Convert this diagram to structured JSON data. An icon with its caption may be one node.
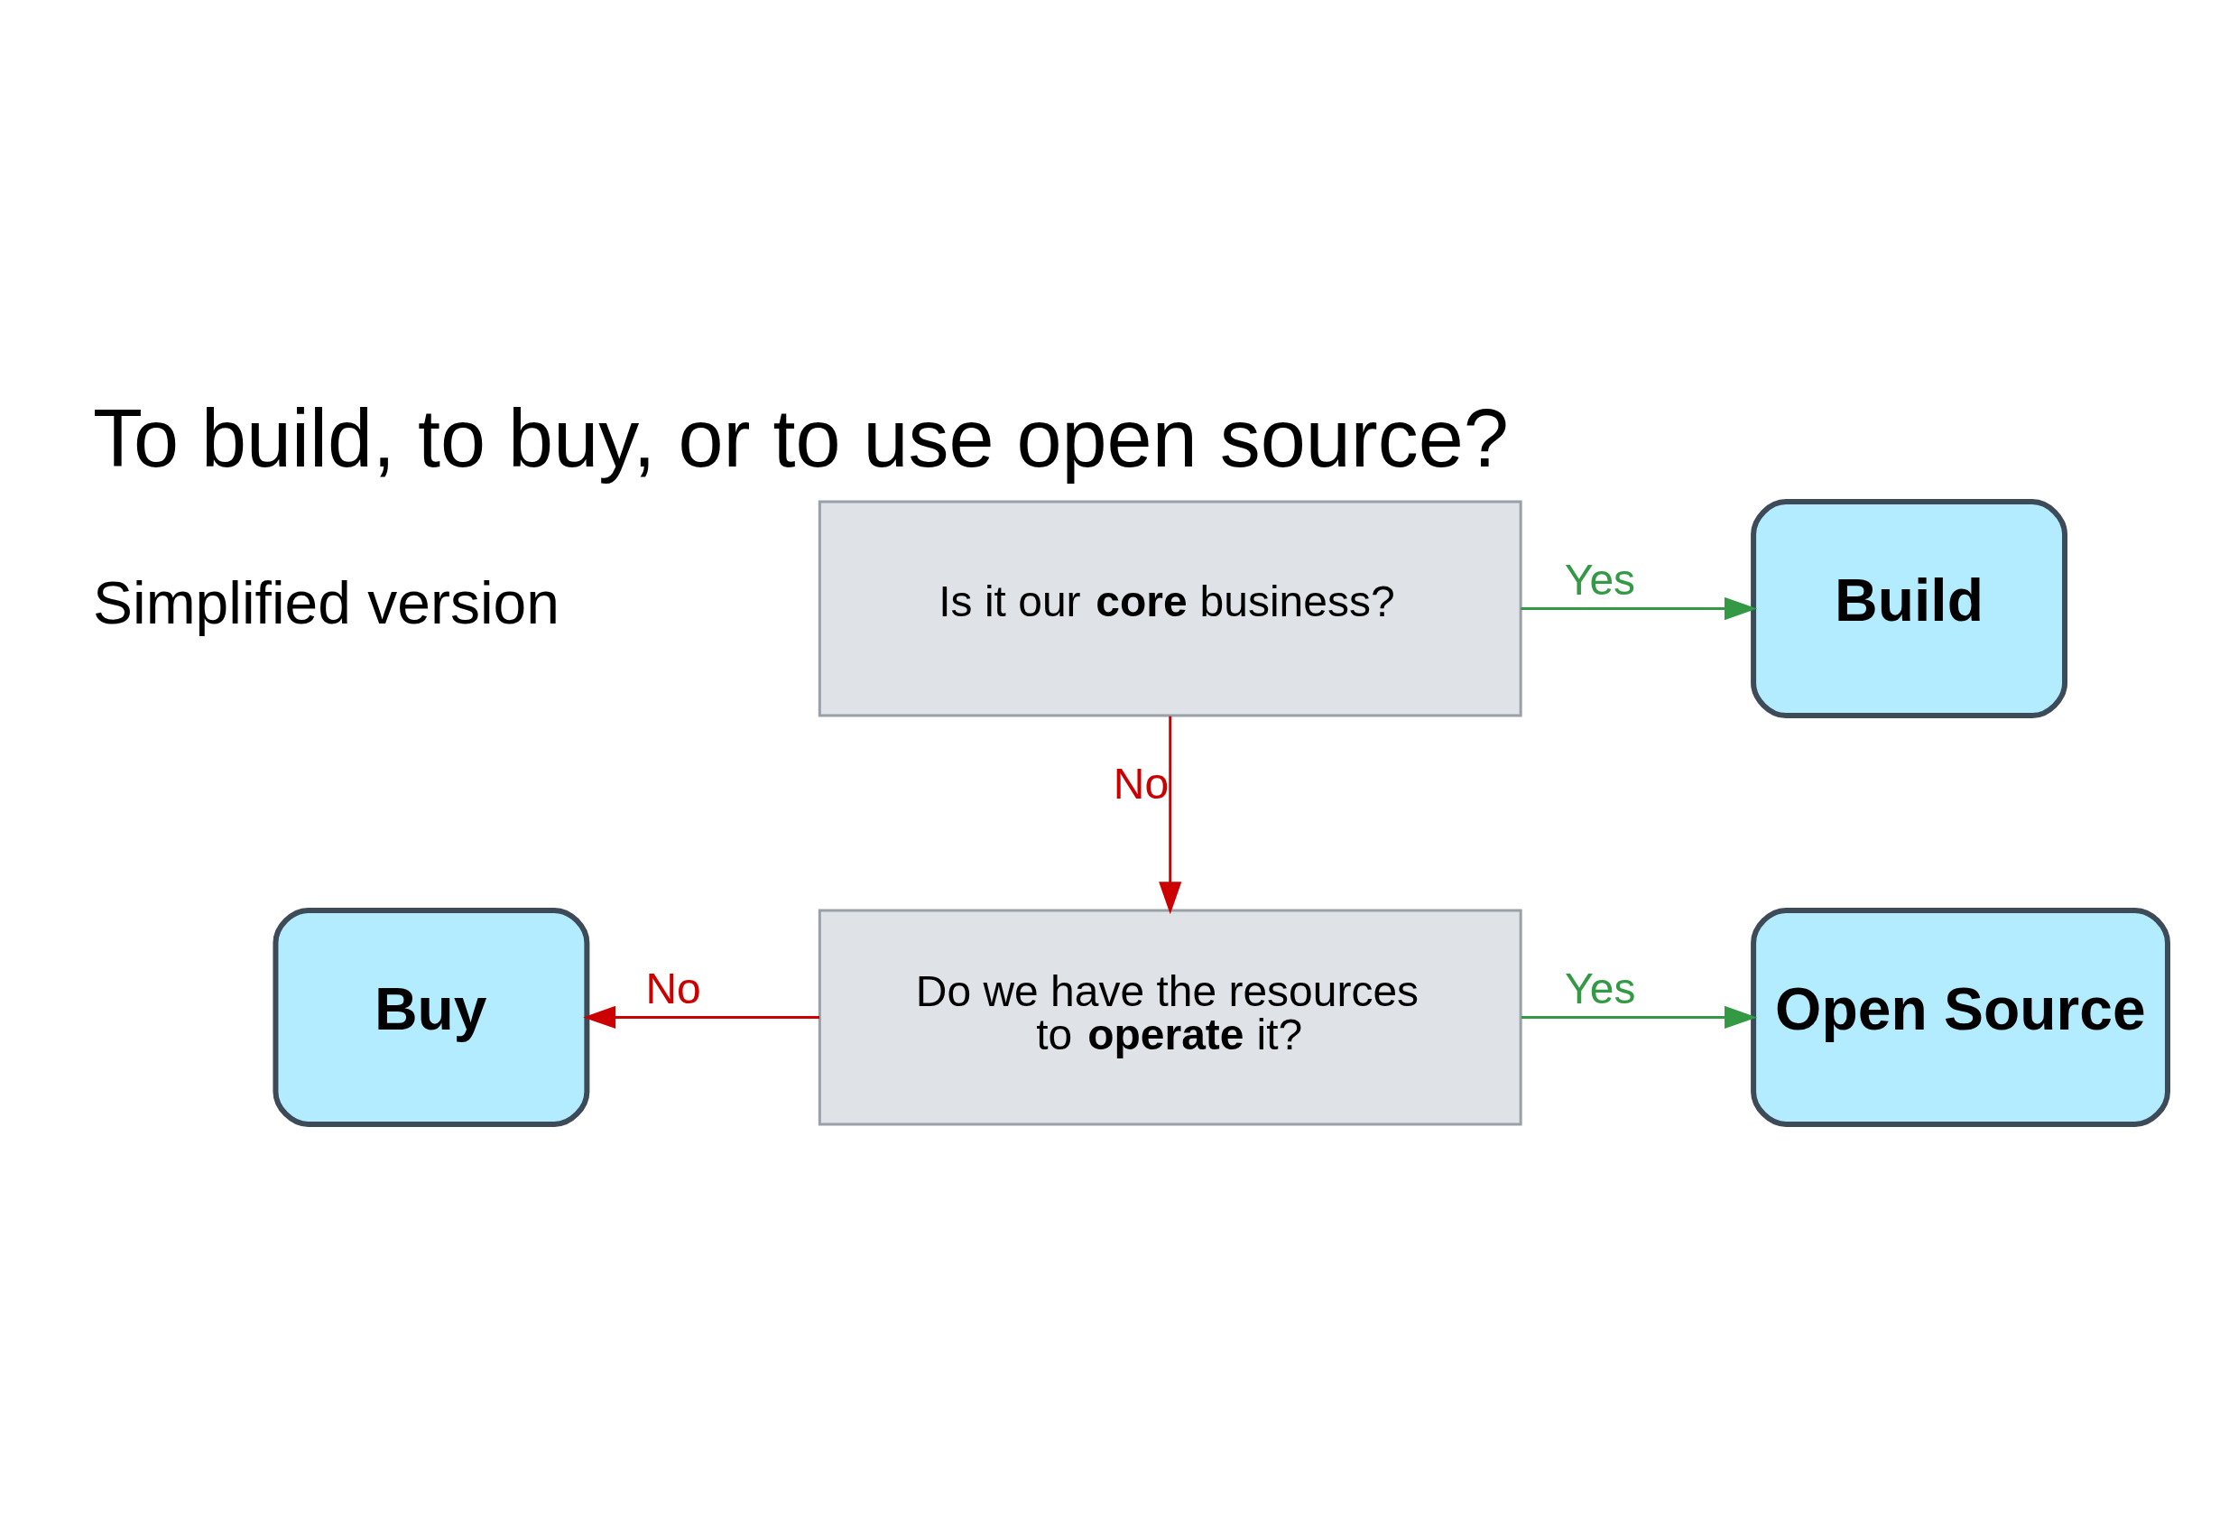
{
  "diagram": {
    "title": "To build, to buy, or to use open source?",
    "nodes": [
      {
        "text": [
          "Is it our **core** business?"
        ]
      },
      {
        "text": [
          "Build"
        ]
      },
      {
        "text": [
          "Do we have the resources to **operate** it?"
        ]
      },
      {
        "text": [
          "Buy"
        ]
      },
      {
        "text": [
          "Open Source"
        ]
      }
    ],
    "edges": [
      {
        "from": 0,
        "to": 1,
        "arrow": "to",
        "label": "Yes",
        "color": "#339944"
      },
      {
        "from": 0,
        "to": 2,
        "arrow": "to",
        "label": "No",
        "color": "#cc0000"
      },
      {
        "from": 2,
        "to": 3,
        "arrow": "to",
        "label": "No",
        "color": "#cc0000"
      },
      {
        "from": 2,
        "to": 4,
        "arrow": "to",
        "label": "Yes",
        "color": "#339944"
      }
    ],
    "labels": [
      "Simplified version"
    ]
  }
}
